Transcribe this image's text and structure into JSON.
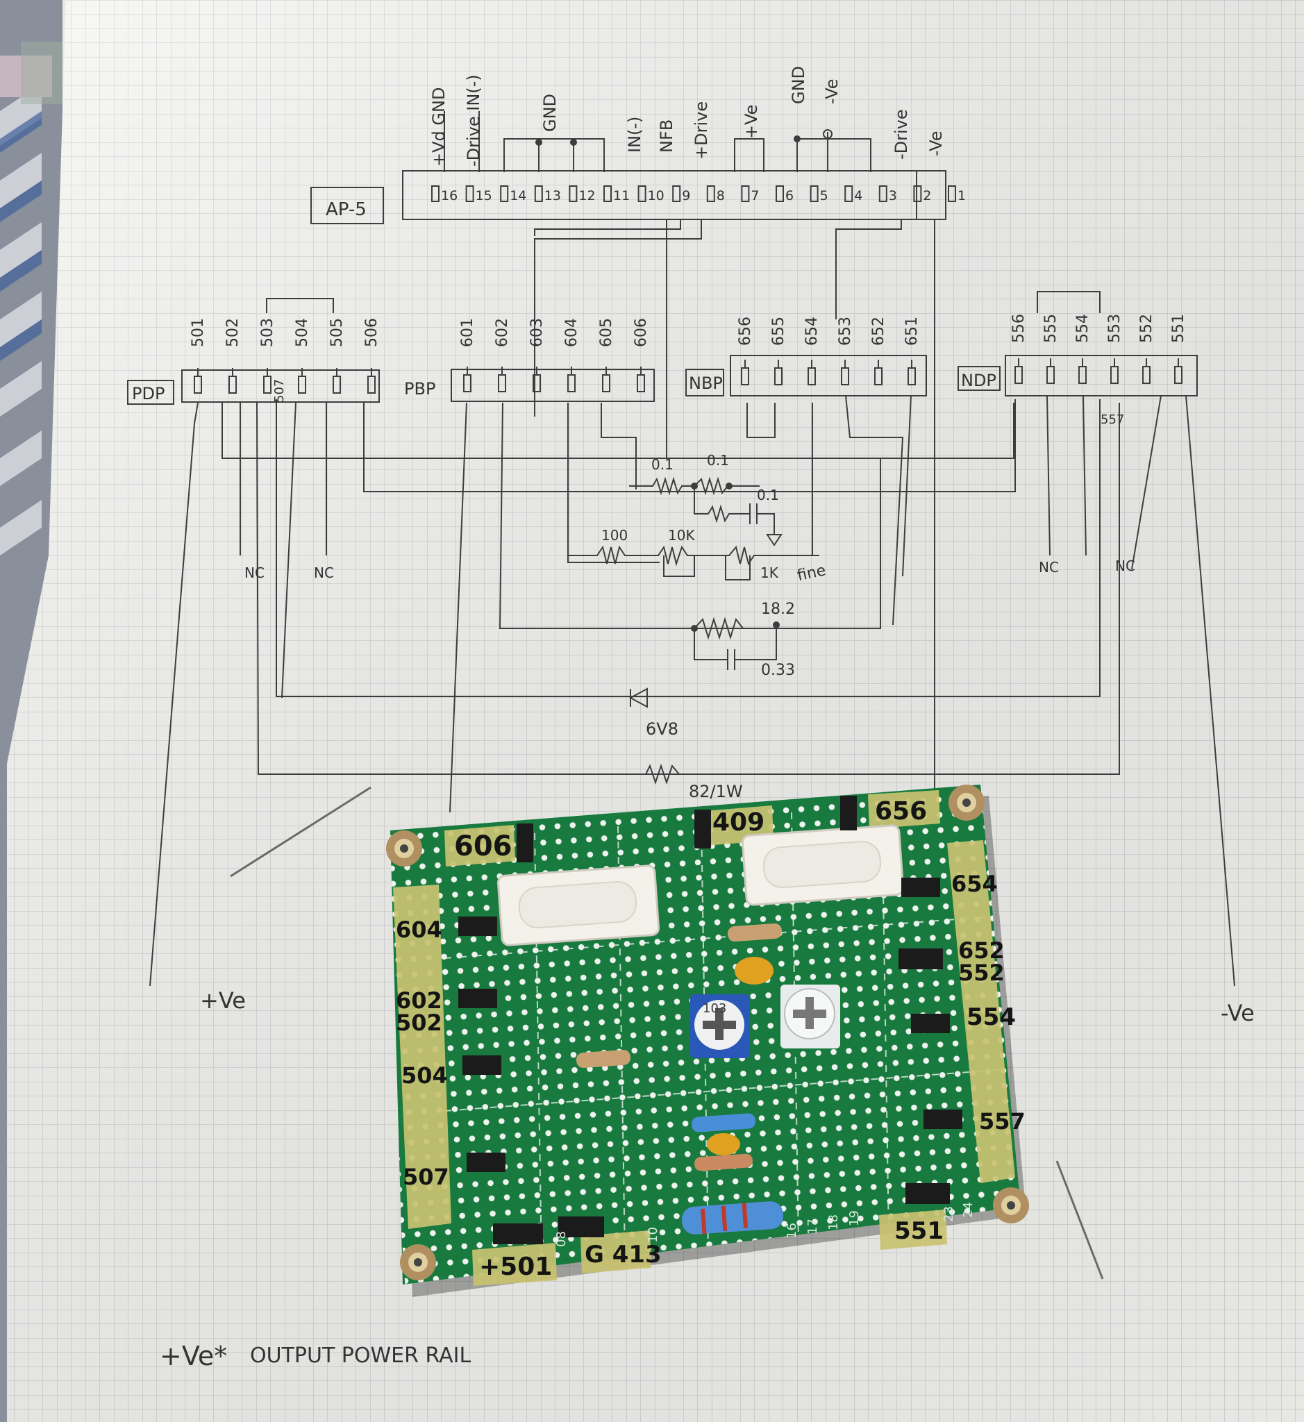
{
  "schematic": {
    "ap5": {
      "title": "AP-5",
      "pins": [
        "16",
        "15",
        "14",
        "13",
        "12",
        "11",
        "10",
        "9",
        "8",
        "7",
        "6",
        "5",
        "4",
        "3",
        "2",
        "1"
      ],
      "labels": [
        "+Vd GND",
        "-Drive IN(-)",
        "GND",
        "IN(-)",
        "NFB",
        "+Drive",
        "+Ve",
        "GND",
        "-Ve",
        "-Drive",
        "-Ve"
      ]
    },
    "pdp": {
      "title": "PDP",
      "pins": [
        "501",
        "502",
        "503",
        "504",
        "505",
        "506"
      ],
      "extra": "507"
    },
    "pbp": {
      "title": "PBP",
      "pins": [
        "601",
        "602",
        "603",
        "604",
        "605",
        "606"
      ]
    },
    "nbp": {
      "title": "NBP",
      "pins": [
        "656",
        "655",
        "654",
        "653",
        "652",
        "651"
      ]
    },
    "ndp": {
      "title": "NDP",
      "pins": [
        "556",
        "555",
        "554",
        "553",
        "552",
        "551"
      ],
      "extra": "557"
    },
    "components": {
      "r_left": "0.1",
      "r_right": "0.1",
      "cap_small": "0.1",
      "r_100": "100",
      "pot_10k": "10K",
      "r_1k": "1K",
      "fine": "fine",
      "r_18": "18.2",
      "cap_033": "0.33",
      "zener": "6V8",
      "r_82": "82/1W",
      "nc": "NC"
    },
    "rails": {
      "pos": "+Ve",
      "neg": "-Ve",
      "bottom_mark": "+Ve*",
      "bottom_text": "OUTPUT POWER RAIL"
    }
  },
  "pcb": {
    "tags": [
      "606",
      "409",
      "656",
      "604",
      "654",
      "602 502",
      "652 552",
      "554",
      "504",
      "557",
      "507",
      "+501",
      "G 413",
      "551"
    ],
    "trimmer_code": "103",
    "col_numbers": [
      "08",
      "10",
      "16",
      "17",
      "18",
      "19",
      "23",
      "24"
    ]
  }
}
